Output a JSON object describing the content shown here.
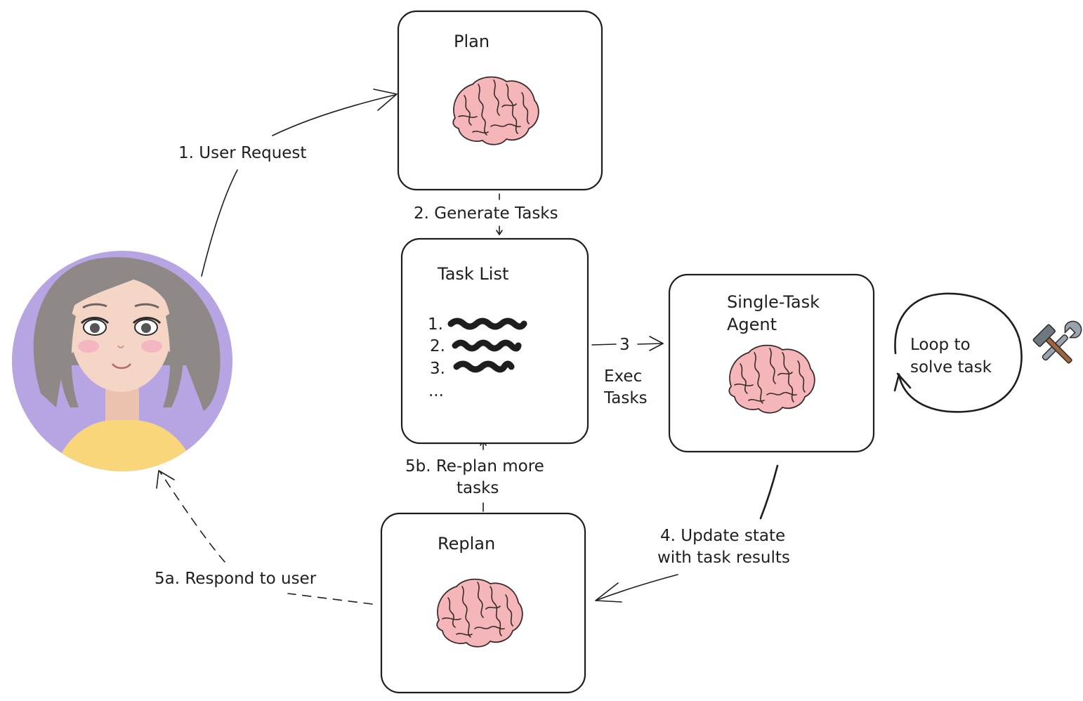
{
  "nodes": {
    "plan": {
      "title": "Plan",
      "icon": "brain-icon"
    },
    "task_list": {
      "title": "Task List",
      "items": [
        "1.",
        "2.",
        "3.",
        "..."
      ],
      "icon": "scribble-lines"
    },
    "single_task_agent": {
      "title_line1": "Single-Task",
      "title_line2": "Agent",
      "icon": "brain-icon"
    },
    "replan": {
      "title": "Replan",
      "icon": "brain-icon"
    },
    "user": {
      "icon": "user-avatar-icon"
    },
    "tools": {
      "icon": "hammer-wrench-icon"
    }
  },
  "edges": {
    "user_request": "1. User Request",
    "generate_tasks": "2. Generate Tasks",
    "exec_number": "3",
    "exec_line1": "Exec",
    "exec_line2": "Tasks",
    "loop_line1": "Loop to",
    "loop_line2": "solve task",
    "update_line1": "4. Update state",
    "update_line2": "with task results",
    "respond": "5a. Respond to user",
    "replan_line1": "5b. Re-plan more",
    "replan_line2": "tasks"
  },
  "colors": {
    "stroke": "#1e1e1e",
    "brain": "#f4b6b9",
    "avatar_bg": "#b7a4e3",
    "hair": "#8e8886",
    "skin": "#f5d6c6",
    "shirt": "#f9d67a"
  }
}
